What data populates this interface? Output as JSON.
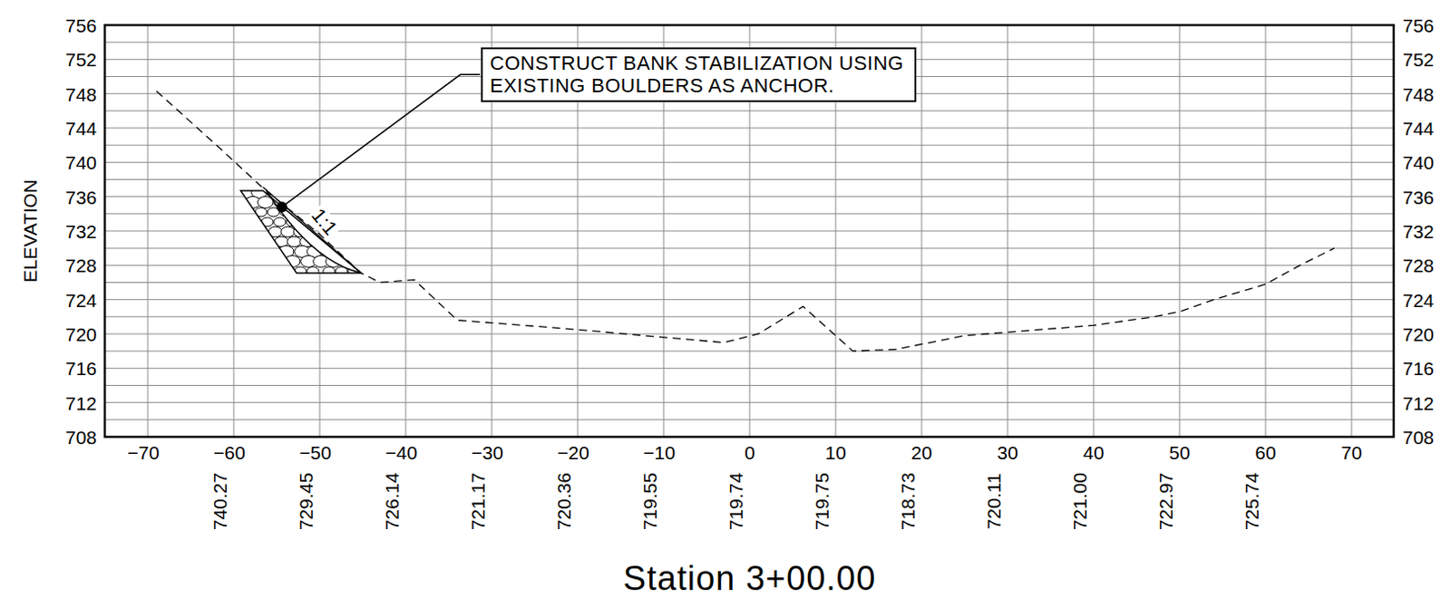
{
  "diagram": {
    "title": "Station 3+00.00",
    "nodes": [
      {
        "text": [
          "CONSTRUCT BANK STABILIZATION USING EXISTING BOULDERS AS ANCHOR."
        ]
      }
    ],
    "labels": [
      "756",
      "752",
      "748",
      "744",
      "740",
      "736",
      "732",
      "728",
      "724",
      "720",
      "716",
      "712",
      "708",
      "756",
      "752",
      "748",
      "744",
      "740",
      "736",
      "732",
      "728",
      "724",
      "720",
      "716",
      "712",
      "708",
      "−70",
      "−60",
      "−50",
      "−40",
      "−30",
      "−20",
      "−10",
      "0",
      "10",
      "20",
      "30",
      "40",
      "50",
      "60",
      "70",
      "740.27",
      "729.45",
      "726.14",
      "721.17",
      "720.36",
      "719.55",
      "719.74",
      "719.75",
      "718.73",
      "720.11",
      "721.00",
      "722.97",
      "725.74",
      "ELEVATION",
      "1:1"
    ]
  }
}
